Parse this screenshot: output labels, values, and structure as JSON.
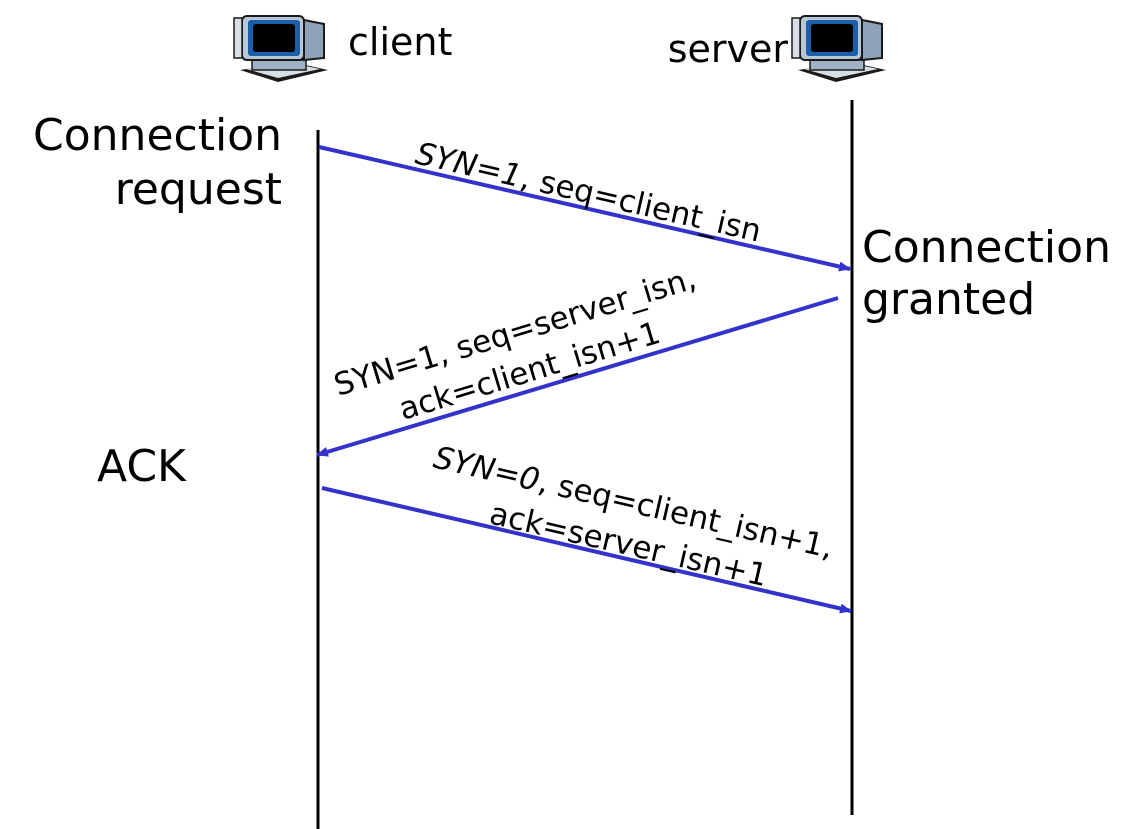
{
  "hosts": {
    "client": {
      "label": "client",
      "icon": "desktop-computer-icon"
    },
    "server": {
      "label": "server",
      "icon": "desktop-computer-icon"
    }
  },
  "notes": {
    "connection_request_line1": "Connection",
    "connection_request_line2": "request",
    "connection_granted_line1": "Connection",
    "connection_granted_line2": "granted",
    "ack": "ACK"
  },
  "messages": [
    {
      "direction": "client-to-server",
      "line1_italic": "SYN=1",
      "line1_rest": ", seq=client_isn",
      "line2": ""
    },
    {
      "direction": "server-to-client",
      "line1": "SYN=1, seq=server_isn,",
      "line2": "ack=client_isn+1"
    },
    {
      "direction": "client-to-server",
      "line1_italic": "SYN=0",
      "line1_rest": ", seq=client_isn+1,",
      "line2": "ack=server_isn+1"
    }
  ],
  "colors": {
    "arrow": "#3333cc",
    "timeline": "#000000",
    "monitor_body": "#b8c7d6",
    "monitor_bezel": "#1a5fa8",
    "screen": "#000000"
  }
}
